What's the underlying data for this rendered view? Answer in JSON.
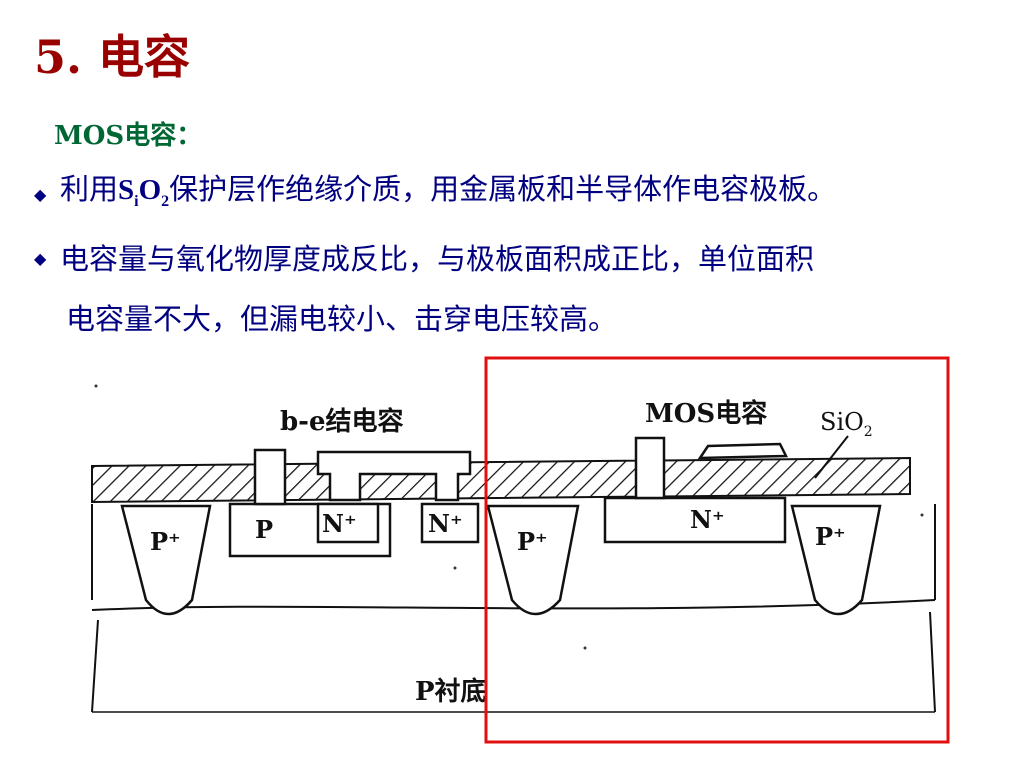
{
  "title": "5. 电容",
  "subtitle": "MOS电容：",
  "bullets": [
    {
      "pre": "利用",
      "sym_main": "S",
      "sym_sub1": "i",
      "sym_mid": "O",
      "sym_sub2": "2",
      "post": "保护层作绝缘介质，用金属板和半导体作电容极板。"
    },
    {
      "line1": "电容量与氧化物厚度成反比，与极板面积成正比，单位面积",
      "line2": "电容量不大，但漏电较小、击穿电压较高。"
    }
  ],
  "diagram": {
    "label_be": "b-e结电容",
    "label_mos": "MOS电容",
    "label_sio2": "SiO",
    "label_sio2_sub": "2",
    "label_substrate": "P衬底",
    "regions": [
      "P⁺",
      "P",
      "N⁺",
      "N⁺",
      "P⁺",
      "N⁺",
      "P⁺"
    ]
  },
  "colors": {
    "title": "#990000",
    "subtitle": "#006633",
    "body": "#000080",
    "highlight_box": "#e01010"
  }
}
